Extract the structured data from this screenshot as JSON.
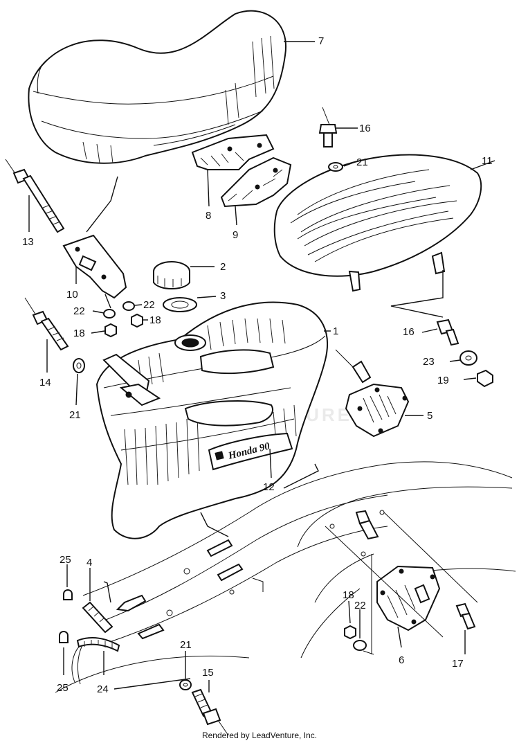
{
  "diagram": {
    "brand_label": "Honda 90",
    "watermark": "LEADVENTURE",
    "credit": "Rendered by LeadVenture, Inc."
  },
  "callouts": {
    "c1": "1",
    "c2": "2",
    "c3": "3",
    "c4": "4",
    "c5": "5",
    "c6": "6",
    "c7": "7",
    "c8": "8",
    "c9": "9",
    "c10": "10",
    "c11": "11",
    "c12": "12",
    "c13": "13",
    "c14": "14",
    "c15": "15",
    "c16a": "16",
    "c16b": "16",
    "c17": "17",
    "c18a": "18",
    "c18b": "18",
    "c18c": "18",
    "c19": "19",
    "c21a": "21",
    "c21b": "21",
    "c21c": "21",
    "c22a": "22",
    "c22b": "22",
    "c22c": "22",
    "c23": "23",
    "c24": "24",
    "c25a": "25",
    "c25b": "25"
  }
}
